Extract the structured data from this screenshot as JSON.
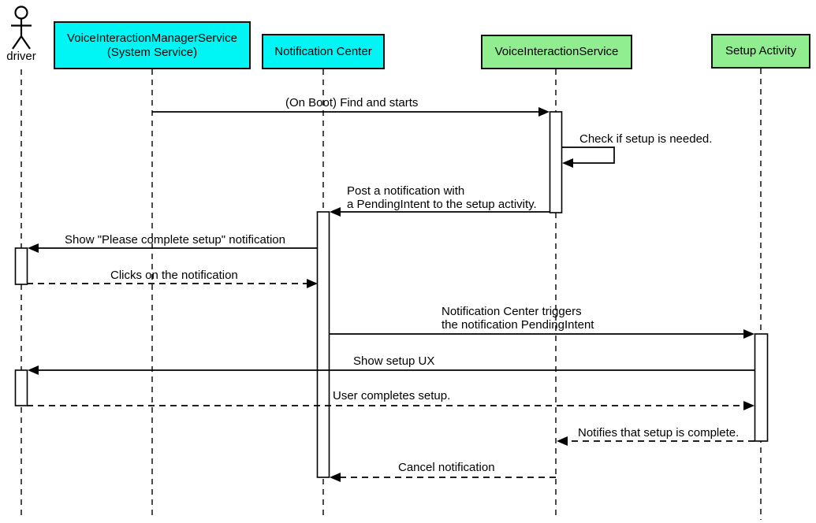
{
  "diagram": {
    "kind": "uml-sequence-diagram",
    "colors": {
      "system_participant_fill": "#00F5F5",
      "service_participant_fill": "#90EE90",
      "border": "#111111",
      "line": "#000000",
      "background": "#FFFFFF"
    },
    "participants": [
      {
        "id": "driver",
        "label": "driver",
        "kind": "actor"
      },
      {
        "id": "vims",
        "label": "VoiceInteractionManagerService\n(System Service)",
        "kind": "box",
        "fill": "#00F5F5"
      },
      {
        "id": "nc",
        "label": "Notification Center",
        "kind": "box",
        "fill": "#00F5F5"
      },
      {
        "id": "vis",
        "label": "VoiceInteractionService",
        "kind": "box",
        "fill": "#90EE90"
      },
      {
        "id": "sa",
        "label": "Setup Activity",
        "kind": "box",
        "fill": "#90EE90"
      }
    ],
    "messages": [
      {
        "text": "(On Boot) Find and starts",
        "from": "vims",
        "to": "vis",
        "line": "solid"
      },
      {
        "text": "Check if setup is needed.",
        "from": "vis",
        "to": "vis",
        "line": "solid",
        "self_message": true
      },
      {
        "text": "Post a notification with\na PendingIntent to the setup activity.",
        "from": "vis",
        "to": "nc",
        "line": "solid"
      },
      {
        "text": "Show \"Please complete setup\" notification",
        "from": "nc",
        "to": "driver",
        "line": "solid"
      },
      {
        "text": "Clicks on the notification",
        "from": "driver",
        "to": "nc",
        "line": "dashed"
      },
      {
        "text": "Notification Center triggers\nthe notification PendingIntent",
        "from": "nc",
        "to": "sa",
        "line": "solid"
      },
      {
        "text": "Show setup UX",
        "from": "sa",
        "to": "driver",
        "line": "solid"
      },
      {
        "text": "User completes setup.",
        "from": "driver",
        "to": "sa",
        "line": "dashed"
      },
      {
        "text": "Notifies that setup is complete.",
        "from": "sa",
        "to": "vis",
        "line": "dashed"
      },
      {
        "text": "Cancel notification",
        "from": "vis",
        "to": "nc",
        "line": "dashed"
      }
    ]
  }
}
